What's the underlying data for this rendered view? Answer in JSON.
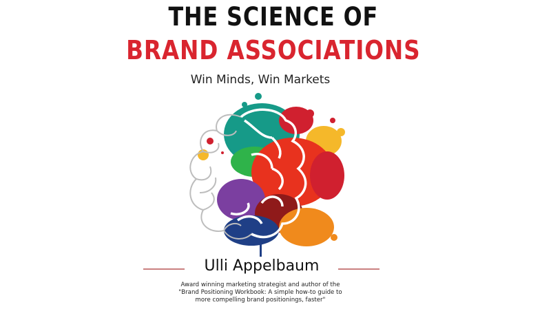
{
  "cover": {
    "title_line1": "THE SCIENCE OF",
    "title_line2": "BRAND ASSOCIATIONS",
    "subtitle": "Win Minds, Win Markets",
    "author": "Ulli Appelbaum",
    "bio_lines": [
      "Award winning marketing strategist and author of the",
      "\"Brand Positioning Workbook: A simple how-to guide to",
      "more compelling brand positionings, faster\""
    ]
  },
  "colors": {
    "title_primary": "#111111",
    "title_accent": "#d9252f",
    "divider": "#c98080",
    "brain_outline": "#bdbdbd",
    "paint_teal": "#169a88",
    "paint_green": "#2fb34a",
    "paint_red": "#e8321e",
    "paint_orange": "#f08a1c",
    "paint_yellow": "#f5b82a",
    "paint_purple": "#7b3fa0",
    "paint_navy": "#1f3f86",
    "paint_crimson": "#d0202f",
    "paint_maroon": "#8f1a1a"
  },
  "icons": {
    "illustration": "brain-paint-splash-icon"
  }
}
